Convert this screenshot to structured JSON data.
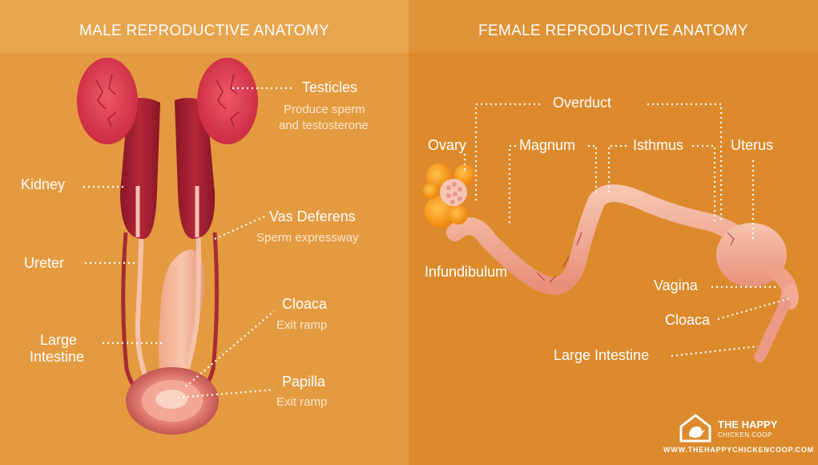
{
  "male": {
    "title": "MALE REPRODUCTIVE ANATOMY",
    "testicles": {
      "label": "Testicles",
      "desc_line1": "Produce sperm",
      "desc_line2": "and testosterone"
    },
    "kidney": "Kidney",
    "vas_deferens": {
      "label": "Vas Deferens",
      "desc": "Sperm expressway"
    },
    "ureter": "Ureter",
    "large_intestine_line1": "Large",
    "large_intestine_line2": "Intestine",
    "cloaca": {
      "label": "Cloaca",
      "desc": "Exit ramp"
    },
    "papilla": {
      "label": "Papilla",
      "desc": "Exit ramp"
    }
  },
  "female": {
    "title": "FEMALE REPRODUCTIVE ANATOMY",
    "overduct": "Overduct",
    "ovary": "Ovary",
    "magnum": "Magnum",
    "isthmus": "Isthmus",
    "uterus": "Uterus",
    "infundibulum": "Infundibulum",
    "vagina": "Vagina",
    "cloaca": "Cloaca",
    "large_intestine": "Large Intestine"
  },
  "brand": {
    "name_line1": "THE HAPPY",
    "name_line2": "CHICKEN COOP",
    "url": "WWW.THEHAPPYCHICKENCOOP.COM",
    "logo_icon": "chicken-coop-logo-icon"
  },
  "colors": {
    "male_bg": "#e49a3f",
    "female_bg": "#dc8a2c",
    "testicle": "#d8324a",
    "kidney": "#9e1e2e",
    "tissue": "#f3b49a"
  }
}
